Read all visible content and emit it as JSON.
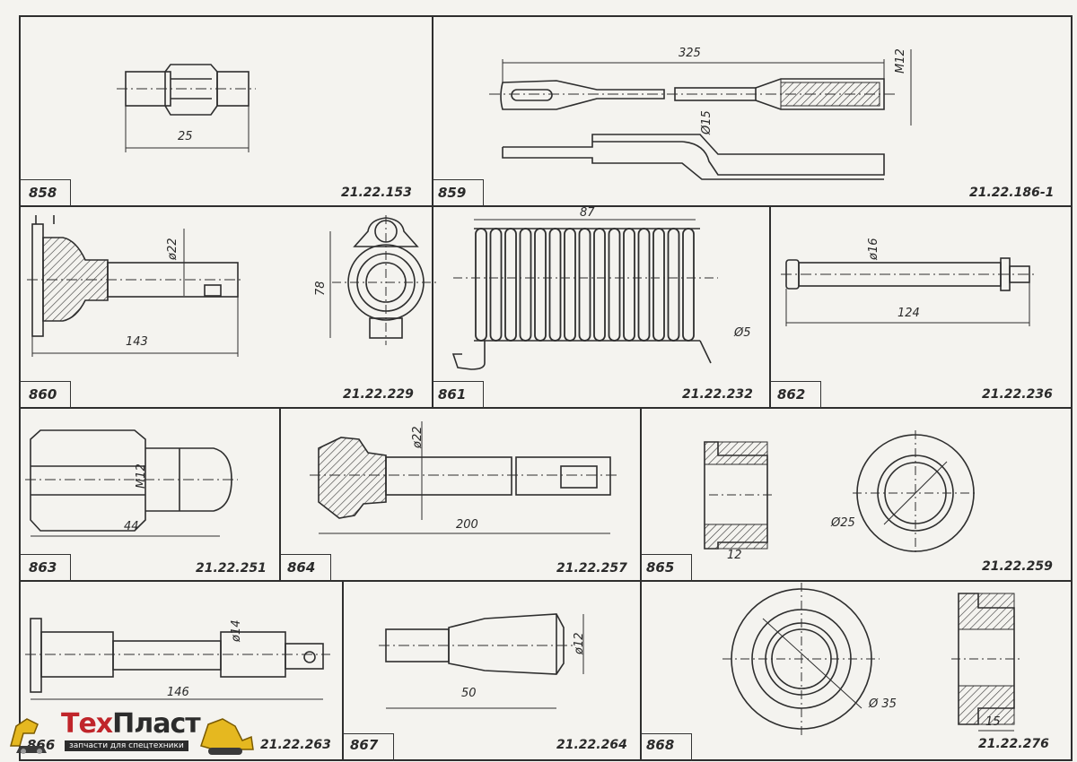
{
  "cells": [
    {
      "num": "858",
      "code": "21.22.153",
      "dims": [
        "25"
      ]
    },
    {
      "num": "859",
      "code": "21.22.186-1",
      "dims": [
        "325",
        "M12",
        "Ø15"
      ]
    },
    {
      "num": "860",
      "code": "21.22.229",
      "dims": [
        "ø22",
        "143",
        "78"
      ]
    },
    {
      "num": "861",
      "code": "21.22.232",
      "dims": [
        "87",
        "Ø5"
      ]
    },
    {
      "num": "862",
      "code": "21.22.236",
      "dims": [
        "ø16",
        "124"
      ]
    },
    {
      "num": "863",
      "code": "21.22.251",
      "dims": [
        "M12",
        "44"
      ]
    },
    {
      "num": "864",
      "code": "21.22.257",
      "dims": [
        "ø22",
        "200"
      ]
    },
    {
      "num": "865",
      "code": "21.22.259",
      "dims": [
        "12",
        "Ø25"
      ]
    },
    {
      "num": "866",
      "code": "21.22.263",
      "dims": [
        "ø14",
        "146"
      ]
    },
    {
      "num": "867",
      "code": "21.22.264",
      "dims": [
        "50",
        "ø12"
      ]
    },
    {
      "num": "868",
      "code": "21.22.276",
      "dims": [
        "Ø 35",
        "15"
      ]
    }
  ],
  "logo": {
    "part1": "Тех",
    "part2": "Пласт",
    "tagline": "запчасти для спецтехники"
  },
  "colors": {
    "ink": "#2a2a2a",
    "paper": "#f4f3ef",
    "logo_red": "#c0252a"
  }
}
